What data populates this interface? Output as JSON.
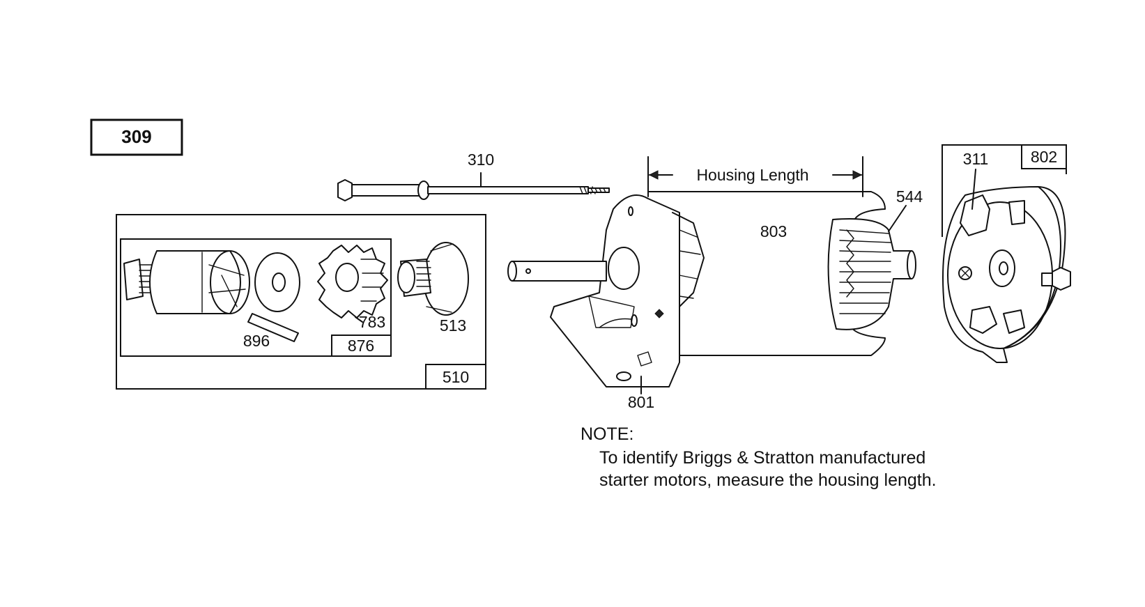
{
  "diagram": {
    "figure_number": "309",
    "dimension_label": "Housing Length",
    "part_labels": {
      "bolt": "310",
      "terminal": "311",
      "armature": "544",
      "end_cap_group": "802",
      "housing": "803",
      "drive_group": "510",
      "pinion_group": "876",
      "clutch": "513",
      "gear": "783",
      "pin": "896",
      "drive_end_cap": "801"
    },
    "note": {
      "heading": "NOTE:",
      "line1": "To identify Briggs & Stratton manufactured",
      "line2": "starter motors, measure the housing length."
    }
  }
}
